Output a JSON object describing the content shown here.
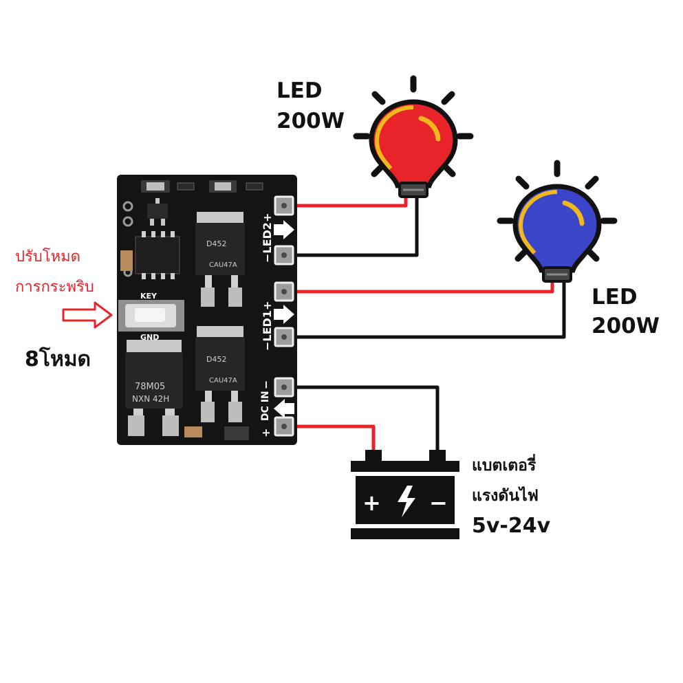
{
  "labels": {
    "led_top_line1": "LED",
    "led_top_line2": "200W",
    "led_right_line1": "LED",
    "led_right_line2": "200W",
    "mode_line1": "ปรับโหมด",
    "mode_line2": "การกระพริบ",
    "mode_count": "8โหมด",
    "battery_line1": "แบตเตอรี่",
    "battery_line2": "แรงดันไฟ",
    "battery_voltage": "5v-24v"
  },
  "board": {
    "led2": "−LED2+",
    "led1": "−LED1+",
    "dc_in": "DC IN",
    "plus": "+",
    "minus": "−",
    "key": "KEY",
    "gnd": "GND",
    "mosfet_top": "D452",
    "mosfet_top_code": "CAU47A",
    "mosfet_bottom": "D452",
    "mosfet_bottom_code": "CAU47A",
    "regulator": "78M05",
    "regulator_code": "NXN 42H"
  },
  "battery": {
    "plus": "+",
    "minus": "−"
  },
  "colors": {
    "positive_wire": "#e8242a",
    "negative_wire": "#111111",
    "bulb_top": "#e8242a",
    "bulb_right": "#3b45c8",
    "bulb_outline": "#f0b81c",
    "mode_text": "#e8242a",
    "board": "#141414"
  },
  "icons": {
    "arrow": "hollow-right-arrow-icon",
    "bulb": "light-bulb-icon",
    "battery": "car-battery-icon"
  }
}
